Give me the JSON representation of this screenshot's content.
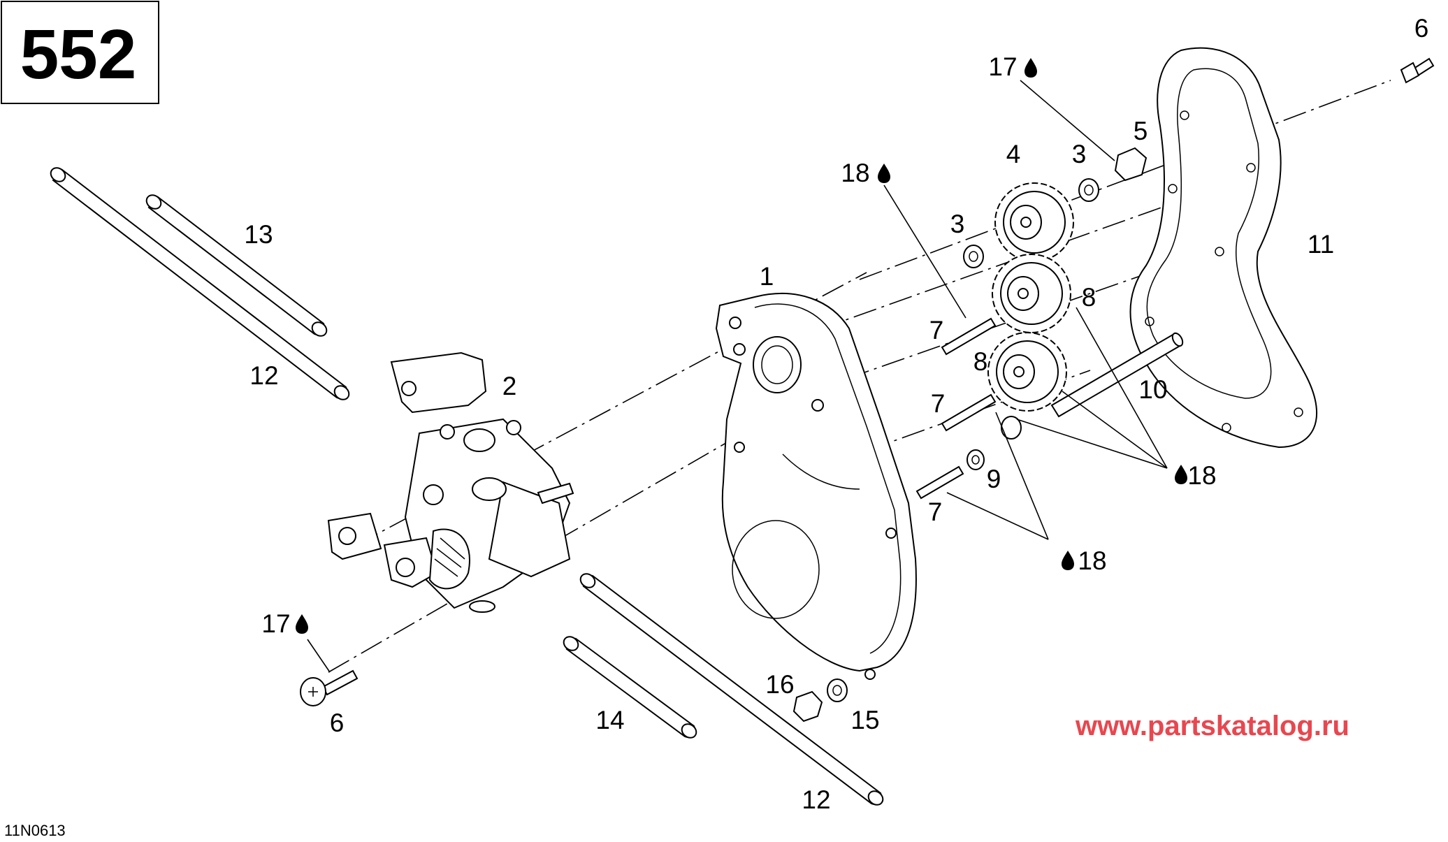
{
  "diagram": {
    "page_number": "552",
    "figure_code": "11N0613",
    "watermark": "www.partskatalog.ru",
    "watermark_color": "#e8474f",
    "drop_icon": "oil-drop-icon",
    "callouts": [
      {
        "id": "c1",
        "text": "1"
      },
      {
        "id": "c2",
        "text": "2"
      },
      {
        "id": "c3a",
        "text": "3"
      },
      {
        "id": "c3b",
        "text": "3"
      },
      {
        "id": "c4",
        "text": "4"
      },
      {
        "id": "c5",
        "text": "5"
      },
      {
        "id": "c6a",
        "text": "6"
      },
      {
        "id": "c6b",
        "text": "6"
      },
      {
        "id": "c7a",
        "text": "7"
      },
      {
        "id": "c7b",
        "text": "7"
      },
      {
        "id": "c7c",
        "text": "7"
      },
      {
        "id": "c8a",
        "text": "8"
      },
      {
        "id": "c8b",
        "text": "8"
      },
      {
        "id": "c9",
        "text": "9"
      },
      {
        "id": "c10",
        "text": "10"
      },
      {
        "id": "c11",
        "text": "11"
      },
      {
        "id": "c12a",
        "text": "12"
      },
      {
        "id": "c12b",
        "text": "12"
      },
      {
        "id": "c13",
        "text": "13"
      },
      {
        "id": "c14",
        "text": "14"
      },
      {
        "id": "c15",
        "text": "15"
      },
      {
        "id": "c16",
        "text": "16"
      },
      {
        "id": "c17a",
        "text": "17"
      },
      {
        "id": "c17b",
        "text": "17"
      },
      {
        "id": "c18a",
        "text": "18"
      },
      {
        "id": "c18b",
        "text": "18"
      },
      {
        "id": "c18c",
        "text": "18"
      }
    ]
  }
}
